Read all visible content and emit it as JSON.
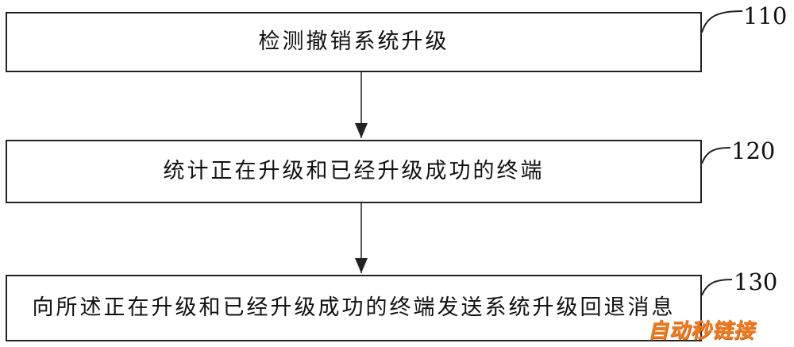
{
  "steps": [
    {
      "id": "110",
      "text": "检测撤销系统升级"
    },
    {
      "id": "120",
      "text": "统计正在升级和已经升级成功的终端"
    },
    {
      "id": "130",
      "text": "向所述正在升级和已经升级成功的终端发送系统升级回退消息"
    }
  ],
  "watermark": "自动秒链接",
  "colors": {
    "line": "#222222",
    "watermark": "#f07a1e"
  }
}
